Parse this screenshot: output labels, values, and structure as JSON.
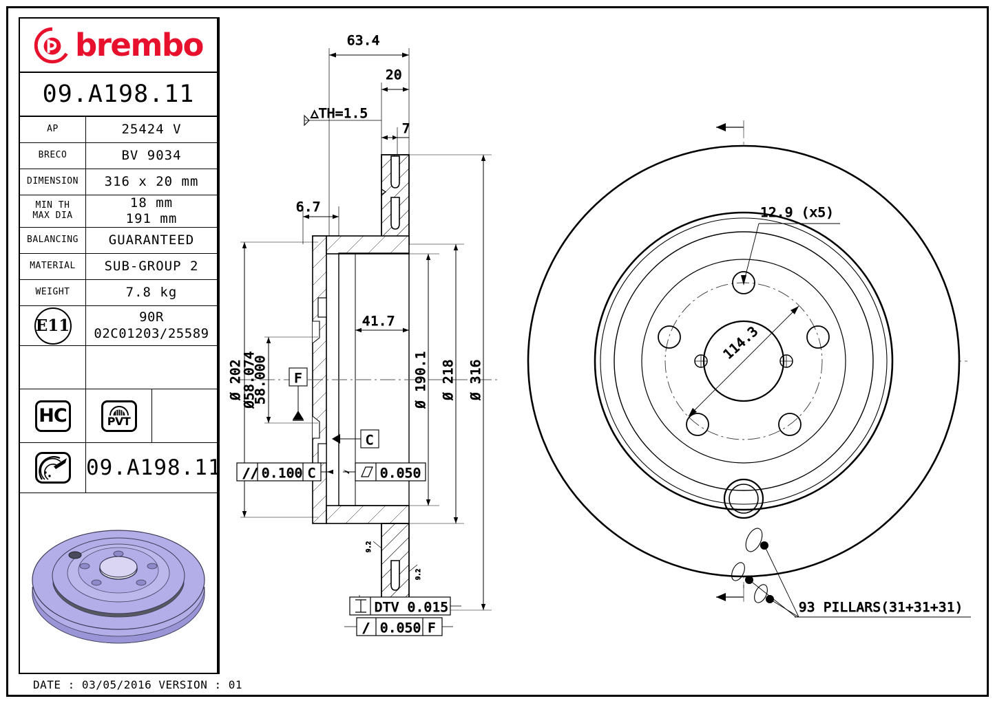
{
  "document": {
    "title": "brembo brake disc technical drawing",
    "brand": "brembo",
    "brand_color": "#e8112d",
    "part_number": "09.A198.11",
    "part_number_repeat": "09.A198.11",
    "footer": "DATE : 03/05/2016 VERSION : 01"
  },
  "spec_table": {
    "rows": [
      {
        "label": "AP",
        "value": "25424 V"
      },
      {
        "label": "BRECO",
        "value": "BV 9034"
      },
      {
        "label": "DIMENSION",
        "value": "316 x 20 mm"
      },
      {
        "label": "MIN TH\nMAX DIA",
        "value": "18 mm\n191 mm"
      },
      {
        "label": "BALANCING",
        "value": "GUARANTEED"
      },
      {
        "label": "MATERIAL",
        "value": "SUB-GROUP 2"
      },
      {
        "label": "WEIGHT",
        "value": "7.8 kg"
      }
    ],
    "min_th_label_l1": "MIN TH",
    "min_th_label_l2": "MAX DIA",
    "min_th_value_l1": "18 mm",
    "min_th_value_l2": "191 mm",
    "homologation": {
      "badge": "E11",
      "code_line1": "90R",
      "code_line2": "02C01203/25589"
    },
    "badges": {
      "hc": "HC",
      "pvt": "PVT"
    }
  },
  "product_image": {
    "caption": "brake disc 3d render",
    "body_color": "#b3aee8",
    "shade_color": "#585862",
    "edge_color": "#8f8ad0"
  },
  "section_view": {
    "label": "cross-section",
    "dimensions": {
      "overall_width": "63.4",
      "disc_thickness": "20",
      "th_tolerance": "△TH=1.5",
      "vane_top": "7",
      "hat_step": "6.7",
      "inner_depth": "41.7",
      "hub_bore_max": "58.074",
      "hub_bore_min": "58.000",
      "hub_bore_prefix": "Ø",
      "outer_hat_dia": "Ø 202",
      "friction_inner_dia": "Ø 190.1",
      "friction_mid_dia": "Ø 218",
      "outer_dia": "Ø 316",
      "vane_small_left": "9.2",
      "vane_small_right": "9.2"
    },
    "datums": {
      "f": "F",
      "c": "C"
    },
    "tolerances": [
      {
        "symbol": "//",
        "value": "0.100",
        "datum": "C"
      },
      {
        "symbol": "⬕",
        "value": "0.050",
        "datum": ""
      },
      {
        "symbol": "⌶",
        "value": "DTV 0.015",
        "datum": ""
      },
      {
        "symbol": "/",
        "value": "0.050",
        "datum": "F"
      }
    ]
  },
  "face_view": {
    "label": "disc face view",
    "annotations": {
      "bolt_hole": "12.9 (x5)",
      "pcd": "114.3",
      "pillars": "93 PILLARS(31+31+31)"
    },
    "geometry": {
      "outer_dia": 316,
      "friction_outer_dia": 218,
      "friction_inner_dia": 190.1,
      "hat_dia": 202,
      "bolt_count": 5,
      "bolt_circle": 114.3,
      "bolt_dia": 12.9,
      "center_bore": 58.0
    }
  }
}
